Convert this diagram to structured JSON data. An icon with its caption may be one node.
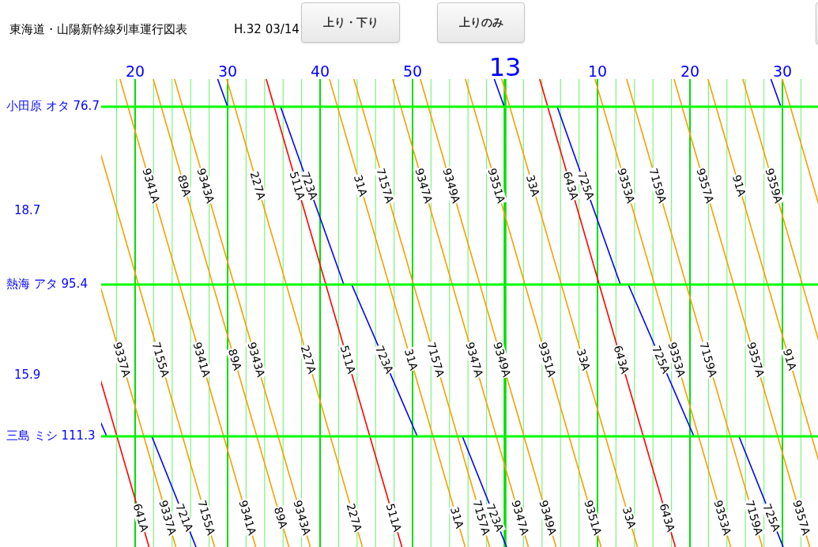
{
  "diagram": {
    "title": "東海道・山陽新幹線列車運行図表",
    "labels": [
      "H.32 03/14",
      "上り・下り",
      "上りのみ",
      "20",
      "30",
      "40",
      "50",
      "13",
      "10",
      "20",
      "30",
      "小田原 オタ 76.7",
      "9341A",
      "89A",
      "9343A",
      "227A",
      "511A",
      "723A",
      "31A",
      "7157A",
      "9347A",
      "9349A",
      "9351A",
      "33A",
      "643A",
      "725A",
      "9353A",
      "7159A",
      "9357A",
      "91A",
      "9359A",
      "18.7",
      "熱海 アタ 95.4",
      "9337A",
      "7155A",
      "9341A",
      "89A",
      "9343A",
      "227A",
      "511A",
      "723A",
      "31A",
      "7157A",
      "9347A",
      "9349A",
      "9351A",
      "33A",
      "643A",
      "725A",
      "9353A",
      "7159A",
      "9357A",
      "91A",
      "15.9",
      "三島 ミシ 111.3",
      "641A",
      "9337A",
      "721A",
      "7155A",
      "9341A",
      "89A",
      "9343A",
      "227A",
      "511A",
      "31A",
      "7157A",
      "723A",
      "9347A",
      "9349A",
      "9351A",
      "33A",
      "643A",
      "9353A",
      "7159A",
      "725A",
      "9357A"
    ]
  }
}
